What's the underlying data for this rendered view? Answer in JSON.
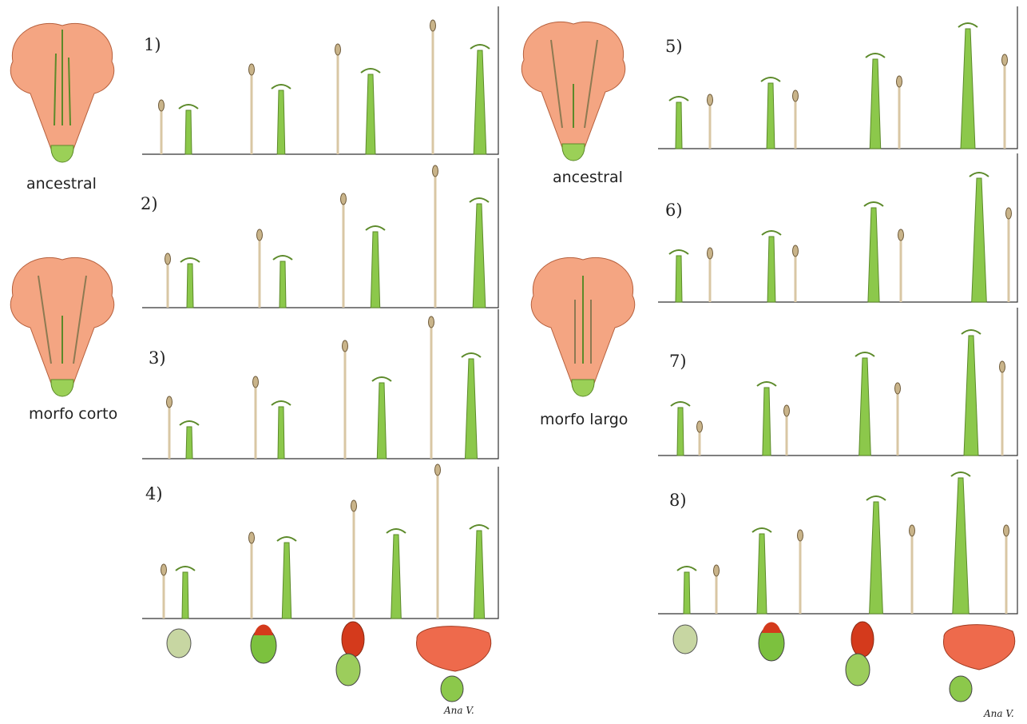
{
  "left_column": {
    "flower_labels": [
      "ancestral",
      "morfo corto"
    ],
    "panels": [
      "1)",
      "2)",
      "3)",
      "4)"
    ]
  },
  "right_column": {
    "flower_labels": [
      "ancestral",
      "morfo largo"
    ],
    "panels": [
      "5)",
      "6)",
      "7)",
      "8)"
    ]
  },
  "stages": [
    "bud-small",
    "bud-green",
    "bud-opening",
    "flower-open"
  ],
  "structures": [
    "anther",
    "stigma"
  ],
  "palette": {
    "petal": "#f4a582",
    "petal_open": "#ee6a4c",
    "stigma_green": "#8cc84b",
    "stigma_dark": "#5c8a2a",
    "anther_tan": "#d9c7a4",
    "bud_red": "#d43a1c"
  },
  "signature_text": "Ana V."
}
